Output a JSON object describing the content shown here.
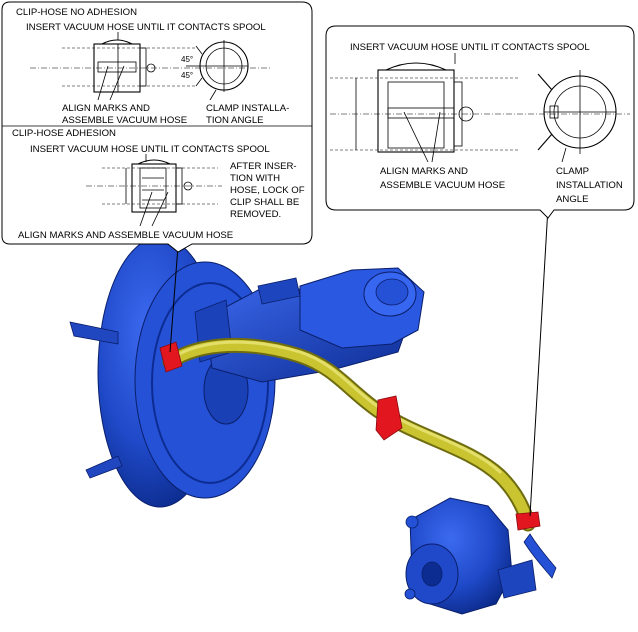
{
  "left_callout": {
    "no_adhesion": {
      "heading": "CLIP-HOSE NO ADHESION",
      "insert_note": "INSERT VACUUM HOSE UNTIL IT CONTACTS SPOOL",
      "align_note_line1": "ALIGN MARKS AND",
      "align_note_line2": "ASSEMBLE VACUUM HOSE",
      "clamp_note_line1": "CLAMP INSTALLA-",
      "clamp_note_line2": "TION ANGLE",
      "angle_upper": "45°",
      "angle_lower": "45°"
    },
    "adhesion": {
      "heading": "CLIP-HOSE ADHESION",
      "insert_note": "INSERT VACUUM HOSE UNTIL IT CONTACTS SPOOL",
      "after_note_lines": [
        "AFTER INSER-",
        "TION WITH",
        "HOSE, LOCK OF",
        "CLIP SHALL BE",
        "REMOVED."
      ],
      "align_note": "ALIGN MARKS AND ASSEMBLE VACUUM HOSE"
    }
  },
  "right_callout": {
    "insert_note": "INSERT VACUUM HOSE UNTIL IT CONTACTS SPOOL",
    "align_note_line1": "ALIGN MARKS AND",
    "align_note_line2": "ASSEMBLE VACUUM HOSE",
    "clamp_note_lines": [
      "CLAMP",
      "INSTALLATION",
      "ANGLE"
    ]
  },
  "colors": {
    "component_blue": "#1f49c8",
    "component_dark": "#0b2a8a",
    "hose_yellow": "#b7b227",
    "hose_dark": "#6f6c10",
    "clamp_red": "#e2161f"
  }
}
